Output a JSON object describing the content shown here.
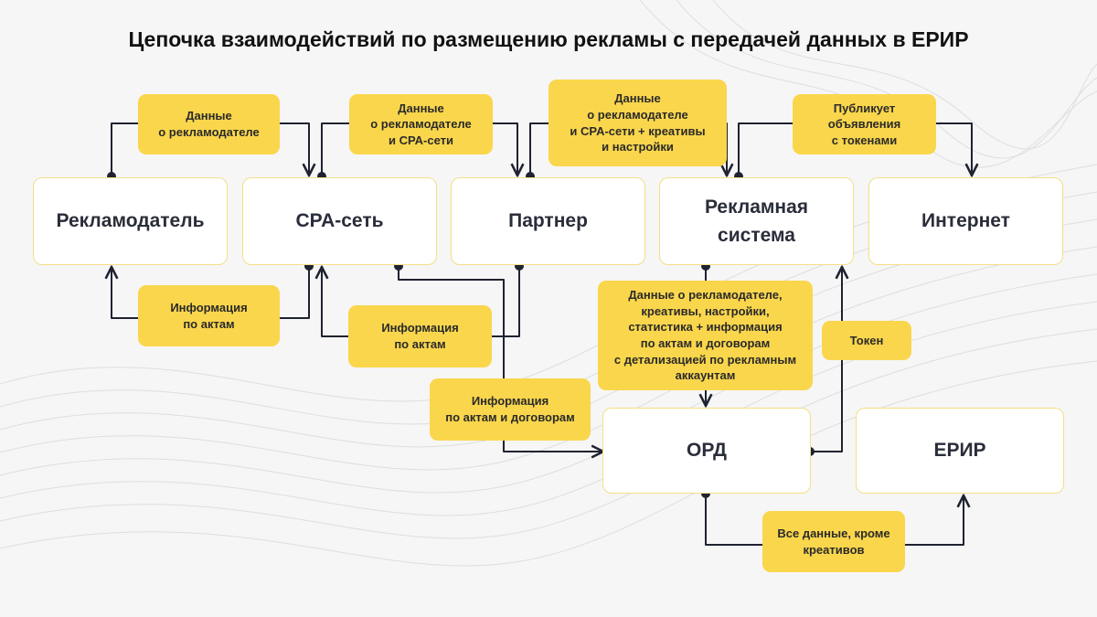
{
  "title": "Цепочка взаимодействий по размещению рекламы с передачей данных в ЕРИР",
  "nodes": {
    "advertiser": "Рекламодатель",
    "cpa": "CPA-сеть",
    "partner": "Партнер",
    "adsystem_line1": "Рекламная",
    "adsystem_line2": "система",
    "internet": "Интернет",
    "ord": "ОРД",
    "erir": "ЕРИР"
  },
  "labels": {
    "adv_to_cpa": [
      "Данные",
      "о рекламодателе"
    ],
    "cpa_to_partner": [
      "Данные",
      "о рекламодателе",
      "и CPA-сети"
    ],
    "partner_to_adsystem": [
      "Данные",
      "о рекламодателе",
      "и CPA-сети + креативы",
      "и настройки"
    ],
    "adsystem_to_internet": [
      "Публикует",
      "объявления",
      "с токенами"
    ],
    "cpa_to_adv_acts": [
      "Информация",
      "по актам"
    ],
    "partner_to_cpa_acts": [
      "Информация",
      "по актам"
    ],
    "cpa_to_ord": [
      "Информация",
      "по актам и договорам"
    ],
    "adsystem_to_ord": [
      "Данные о рекламодателе,",
      "креативы, настройки,",
      "статистика + информация",
      "по актам и договорам",
      "с детализацией по рекламным",
      "аккаунтам"
    ],
    "ord_to_adsystem_token": [
      "Токен"
    ],
    "ord_to_erir": [
      "Все данные, кроме",
      "креативов"
    ]
  },
  "colors": {
    "accent": "#fad64c",
    "node_border": "#f2df86",
    "line": "#1f2230",
    "background": "#f6f6f6"
  }
}
